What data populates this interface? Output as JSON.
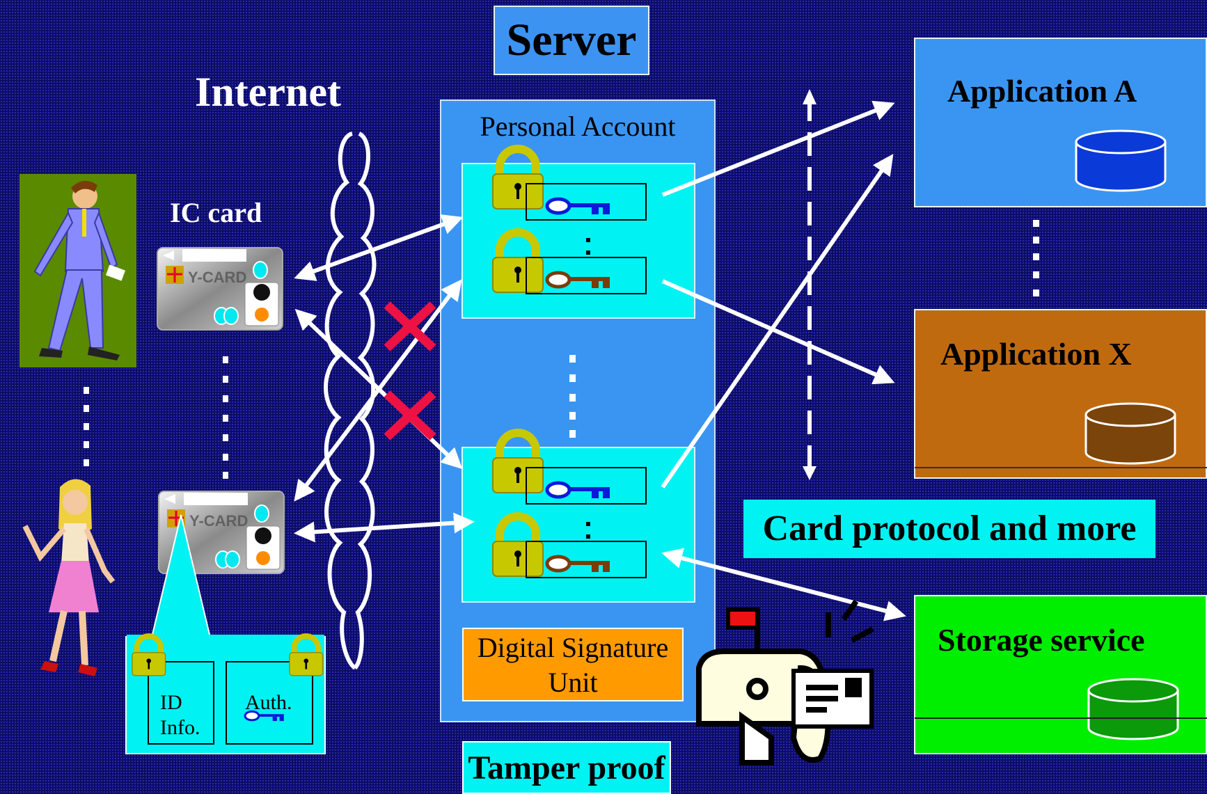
{
  "server": {
    "title": "Server",
    "account_label": "Personal Account",
    "signature_unit": "Digital Signature Unit",
    "tamper": "Tamper proof"
  },
  "network": {
    "label": "Internet"
  },
  "client": {
    "card_label": "IC card",
    "id_info": "ID Info.",
    "auth": "Auth."
  },
  "apps": {
    "app_a": "Application A",
    "app_x": "Application X",
    "storage": "Storage service"
  },
  "protocol": {
    "label": "Card protocol and more"
  },
  "colors": {
    "background": "#0c0c66",
    "server": "#3a95f2",
    "panel": "#00f2f2",
    "signature": "#ff9a00",
    "app_x": "#c06a10",
    "storage": "#00ee00",
    "lock": "#c8c800",
    "blocked": "#ee1144"
  },
  "icons": [
    "padlock-icon",
    "key-icon",
    "database-icon",
    "mailbox-icon",
    "ic-card-icon",
    "person-icon",
    "cross-icon"
  ]
}
